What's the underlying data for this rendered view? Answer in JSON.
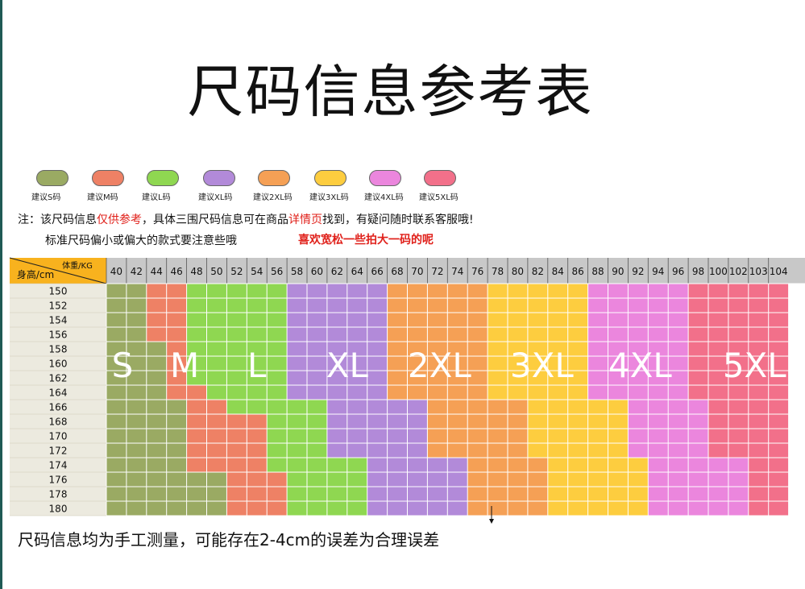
{
  "title": "尺码信息参考表",
  "legend": [
    {
      "label": "建议S码",
      "color": "#9aaa63"
    },
    {
      "label": "建议M码",
      "color": "#ee8165"
    },
    {
      "label": "建议L码",
      "color": "#8fd751"
    },
    {
      "label": "建议XL码",
      "color": "#b28ad9"
    },
    {
      "label": "建议2XL码",
      "color": "#f5a055"
    },
    {
      "label": "建议3XL码",
      "color": "#fdcd3f"
    },
    {
      "label": "建议4XL码",
      "color": "#eb86dd"
    },
    {
      "label": "建议5XL码",
      "color": "#f2708a"
    }
  ],
  "note": {
    "prefix": "注：该尺码信息",
    "highlight1": "仅供参考",
    "middle": "，具体三围尺码信息可在商品",
    "highlight2": "详情页",
    "suffix": "找到，有疑问随时联系客服哦!",
    "line2": "标准尺码偏小或偏大的款式要注意些哦",
    "line2_red": "喜欢宽松一些拍大一码的呢"
  },
  "footer": "尺码信息均为手工测量，可能存在2-4cm的误差为合理误差",
  "chart_data": {
    "type": "heatmap",
    "corner_top": "体重/KG",
    "corner_bottom": "身高/cm",
    "x_label": "体重/KG",
    "y_label": "身高/cm",
    "weights": [
      40,
      42,
      44,
      46,
      48,
      50,
      52,
      54,
      56,
      58,
      60,
      62,
      64,
      66,
      68,
      70,
      72,
      74,
      76,
      78,
      80,
      82,
      84,
      86,
      88,
      90,
      92,
      94,
      96,
      98,
      100,
      102,
      103,
      104
    ],
    "heights": [
      150,
      152,
      154,
      156,
      158,
      160,
      162,
      164,
      166,
      168,
      170,
      172,
      174,
      176,
      178,
      180
    ],
    "sizes": [
      "S",
      "M",
      "L",
      "XL",
      "2XL",
      "3XL",
      "4XL",
      "5XL"
    ],
    "size_colors": [
      "#9aaa63",
      "#ee8165",
      "#8fd751",
      "#b28ad9",
      "#f5a055",
      "#fdcd3f",
      "#eb86dd",
      "#f2708a"
    ],
    "rows": [
      [
        0,
        0,
        1,
        1,
        2,
        2,
        2,
        2,
        2,
        3,
        3,
        3,
        3,
        3,
        4,
        4,
        4,
        4,
        4,
        5,
        5,
        5,
        5,
        5,
        6,
        6,
        6,
        6,
        6,
        7,
        7,
        7,
        7,
        7
      ],
      [
        0,
        0,
        1,
        1,
        2,
        2,
        2,
        2,
        2,
        3,
        3,
        3,
        3,
        3,
        4,
        4,
        4,
        4,
        4,
        5,
        5,
        5,
        5,
        5,
        6,
        6,
        6,
        6,
        6,
        7,
        7,
        7,
        7,
        7
      ],
      [
        0,
        0,
        1,
        1,
        2,
        2,
        2,
        2,
        2,
        3,
        3,
        3,
        3,
        3,
        4,
        4,
        4,
        4,
        4,
        5,
        5,
        5,
        5,
        5,
        6,
        6,
        6,
        6,
        6,
        7,
        7,
        7,
        7,
        7
      ],
      [
        0,
        0,
        1,
        1,
        2,
        2,
        2,
        2,
        2,
        3,
        3,
        3,
        3,
        3,
        4,
        4,
        4,
        4,
        4,
        5,
        5,
        5,
        5,
        5,
        6,
        6,
        6,
        6,
        6,
        7,
        7,
        7,
        7,
        7
      ],
      [
        0,
        0,
        0,
        1,
        2,
        2,
        2,
        2,
        2,
        3,
        3,
        3,
        3,
        3,
        4,
        4,
        4,
        4,
        4,
        5,
        5,
        5,
        5,
        5,
        6,
        6,
        6,
        6,
        6,
        7,
        7,
        7,
        7,
        7
      ],
      [
        0,
        0,
        0,
        1,
        2,
        2,
        2,
        2,
        2,
        3,
        3,
        3,
        3,
        3,
        4,
        4,
        4,
        4,
        4,
        5,
        5,
        5,
        5,
        5,
        6,
        6,
        6,
        6,
        6,
        7,
        7,
        7,
        7,
        7
      ],
      [
        0,
        0,
        0,
        1,
        2,
        2,
        2,
        2,
        2,
        3,
        3,
        3,
        3,
        3,
        4,
        4,
        4,
        4,
        4,
        5,
        5,
        5,
        5,
        5,
        6,
        6,
        6,
        6,
        6,
        7,
        7,
        7,
        7,
        7
      ],
      [
        0,
        0,
        0,
        1,
        1,
        2,
        2,
        2,
        2,
        3,
        3,
        3,
        3,
        3,
        4,
        4,
        4,
        4,
        4,
        5,
        5,
        5,
        5,
        5,
        6,
        6,
        6,
        6,
        6,
        7,
        7,
        7,
        7,
        7
      ],
      [
        0,
        0,
        0,
        0,
        1,
        1,
        2,
        2,
        2,
        2,
        2,
        3,
        3,
        3,
        3,
        3,
        4,
        4,
        4,
        4,
        4,
        5,
        5,
        5,
        5,
        5,
        6,
        6,
        6,
        6,
        7,
        7,
        7,
        7
      ],
      [
        0,
        0,
        0,
        0,
        1,
        1,
        1,
        1,
        2,
        2,
        2,
        3,
        3,
        3,
        3,
        3,
        4,
        4,
        4,
        4,
        4,
        5,
        5,
        5,
        5,
        5,
        6,
        6,
        6,
        6,
        7,
        7,
        7,
        7
      ],
      [
        0,
        0,
        0,
        0,
        1,
        1,
        1,
        1,
        2,
        2,
        2,
        3,
        3,
        3,
        3,
        3,
        4,
        4,
        4,
        4,
        4,
        5,
        5,
        5,
        5,
        5,
        6,
        6,
        6,
        6,
        7,
        7,
        7,
        7
      ],
      [
        0,
        0,
        0,
        0,
        1,
        1,
        1,
        1,
        2,
        2,
        2,
        3,
        3,
        3,
        3,
        3,
        4,
        4,
        4,
        4,
        4,
        5,
        5,
        5,
        5,
        5,
        6,
        6,
        6,
        6,
        7,
        7,
        7,
        7
      ],
      [
        0,
        0,
        0,
        0,
        1,
        1,
        1,
        1,
        2,
        2,
        2,
        2,
        2,
        3,
        3,
        3,
        3,
        3,
        4,
        4,
        4,
        4,
        5,
        5,
        5,
        5,
        5,
        6,
        6,
        6,
        6,
        6,
        7,
        7
      ],
      [
        0,
        0,
        0,
        0,
        0,
        0,
        1,
        1,
        1,
        2,
        2,
        2,
        2,
        3,
        3,
        3,
        3,
        3,
        4,
        4,
        4,
        4,
        5,
        5,
        5,
        5,
        5,
        6,
        6,
        6,
        6,
        6,
        7,
        7
      ],
      [
        0,
        0,
        0,
        0,
        0,
        0,
        1,
        1,
        1,
        2,
        2,
        2,
        2,
        3,
        3,
        3,
        3,
        3,
        4,
        4,
        4,
        4,
        5,
        5,
        5,
        5,
        5,
        6,
        6,
        6,
        6,
        6,
        7,
        7
      ],
      [
        0,
        0,
        0,
        0,
        0,
        0,
        1,
        1,
        1,
        2,
        2,
        2,
        2,
        3,
        3,
        3,
        3,
        3,
        4,
        4,
        4,
        4,
        5,
        5,
        5,
        5,
        5,
        6,
        6,
        6,
        6,
        6,
        7,
        7
      ]
    ],
    "region_labels": [
      {
        "text": "S",
        "col": 0.8
      },
      {
        "text": "M",
        "col": 3.9
      },
      {
        "text": "L",
        "col": 7.5
      },
      {
        "text": "XL",
        "col": 12.0
      },
      {
        "text": "2XL",
        "col": 16.6
      },
      {
        "text": "3XL",
        "col": 21.7
      },
      {
        "text": "4XL",
        "col": 26.6
      },
      {
        "text": "5XL",
        "col": 32.3
      }
    ],
    "region_label_row": 5
  }
}
